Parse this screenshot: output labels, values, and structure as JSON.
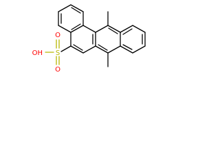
{
  "structure": {
    "sulfonyl_oxygen_top": "O",
    "sulfur": "S",
    "sulfonyl_oxygen_bottom": "O",
    "hydroxyl_oxygen": "OH"
  },
  "colors": {
    "bond": "#000000",
    "oxygen": "#ff0000",
    "sulfur": "#b8b800",
    "background": "#ffffff"
  }
}
